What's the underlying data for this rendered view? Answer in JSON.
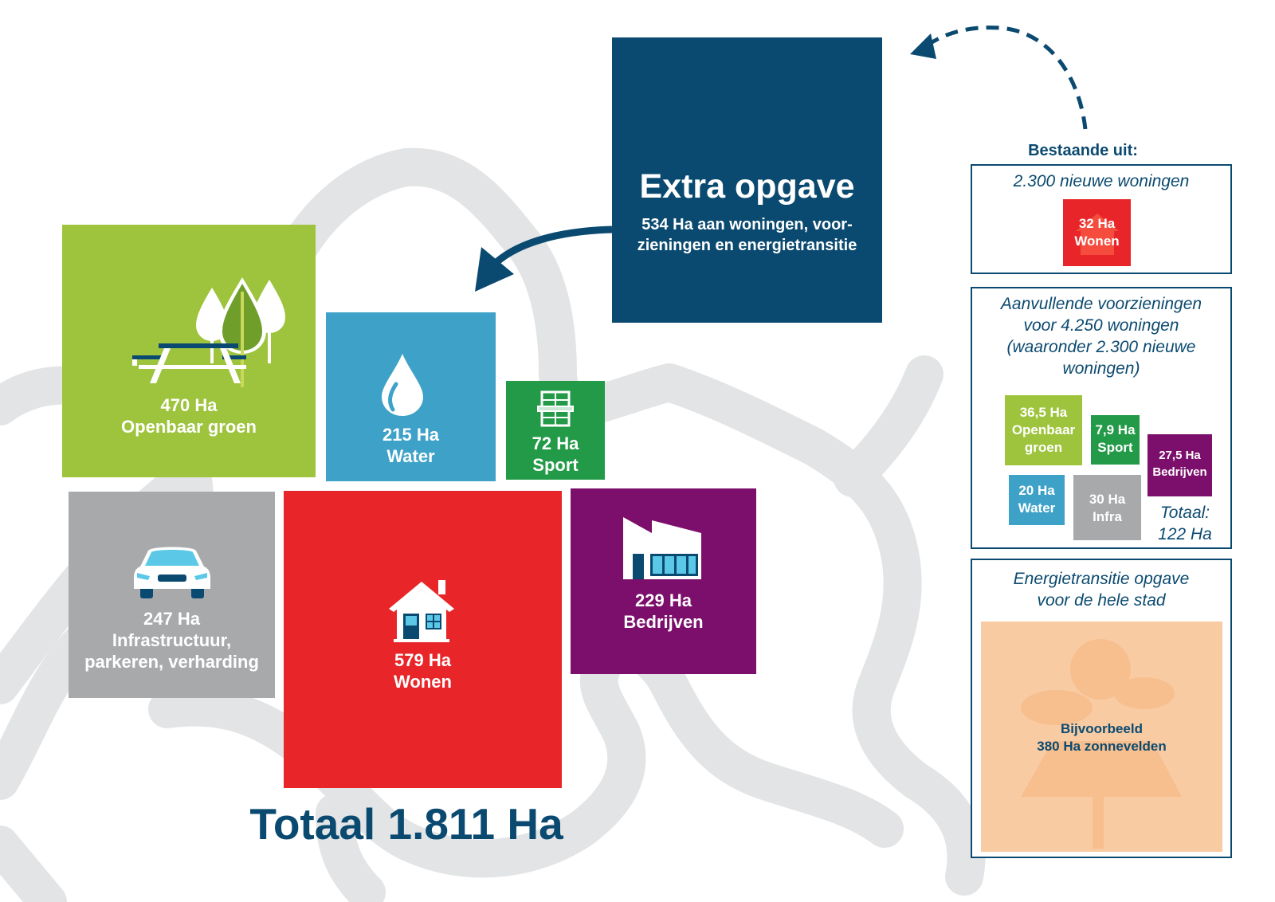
{
  "main": {
    "groen": {
      "value": "470 Ha",
      "label": "Openbaar groen",
      "color": "#9dc43c"
    },
    "water": {
      "value": "215 Ha",
      "label": "Water",
      "color": "#3ea2c8"
    },
    "sport": {
      "value": "72 Ha",
      "label": "Sport",
      "color": "#239a48"
    },
    "infra": {
      "value": "247 Ha",
      "lines": [
        "Infrastructuur,",
        "parkeren, verharding"
      ],
      "color": "#a7a9ab"
    },
    "wonen": {
      "value": "579 Ha",
      "label": "Wonen",
      "color": "#e8262a"
    },
    "bedrijven": {
      "value": "229 Ha",
      "label": "Bedrijven",
      "color": "#7b0f6b"
    }
  },
  "total": "Totaal 1.811 Ha",
  "extra": {
    "title": "Extra opgave",
    "line1": "534 Ha aan woningen, voor-",
    "line2": "zieningen en energietransitie",
    "color": "#0b4a70"
  },
  "side": {
    "heading": "Bestaande uit:",
    "woningen": {
      "caption": "2.300 nieuwe woningen",
      "tile": {
        "value": "32 Ha",
        "label": "Wonen"
      }
    },
    "voorzieningen": {
      "caption": [
        "Aanvullende voorzieningen",
        "voor 4.250 woningen",
        "(waaronder 2.300 nieuwe",
        "woningen)"
      ],
      "groen": {
        "value": "36,5 Ha",
        "lines": [
          "Openbaar",
          "groen"
        ]
      },
      "sport": {
        "value": "7,9 Ha",
        "label": "Sport"
      },
      "bedrijven": {
        "value": "27,5 Ha",
        "label": "Bedrijven"
      },
      "water": {
        "value": "20 Ha",
        "label": "Water"
      },
      "infra": {
        "value": "30 Ha",
        "label": "Infra"
      },
      "totaal": {
        "label": "Totaal:",
        "value": "122 Ha"
      }
    },
    "energie": {
      "caption": [
        "Energietransitie opgave",
        "voor de hele stad"
      ],
      "line1": "Bijvoorbeeld",
      "line2": "380 Ha zonnevelden",
      "color": "#f9cba3"
    }
  }
}
